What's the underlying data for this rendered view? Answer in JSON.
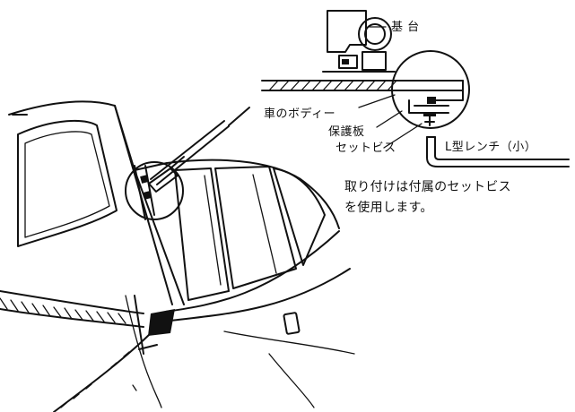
{
  "labels": {
    "base": "基 台",
    "car_body": "車のボディー",
    "protection_plate": "保護板",
    "set_screw": "セットビス",
    "l_wrench": "L型レンチ（小）"
  },
  "note": {
    "line1": "取り付けは付属のセットビス",
    "line2": "を使用します。"
  }
}
